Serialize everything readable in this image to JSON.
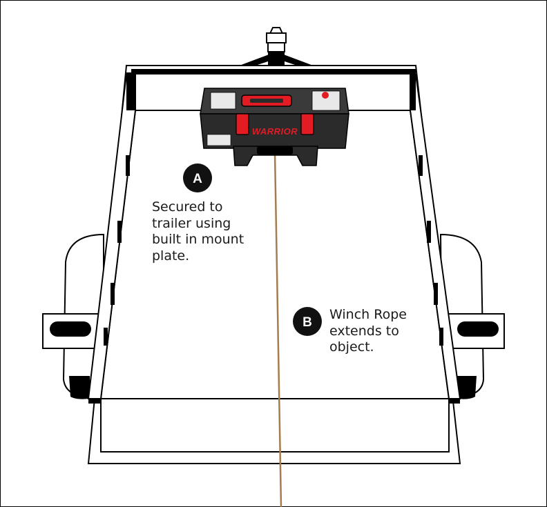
{
  "callouts": {
    "a": {
      "letter": "A",
      "text": "Secured to\ntrailer using\nbuilt in mount\nplate."
    },
    "b": {
      "letter": "B",
      "text": "Winch Rope\nextends to\nobject."
    }
  },
  "winch": {
    "brand_logo": "WARRIOR"
  },
  "colors": {
    "outline": "#000000",
    "marker": "#111111",
    "case_body": "#2b2b2b",
    "case_accent": "#e31b23",
    "rope": "#a57c4e",
    "frame": "#000000"
  }
}
